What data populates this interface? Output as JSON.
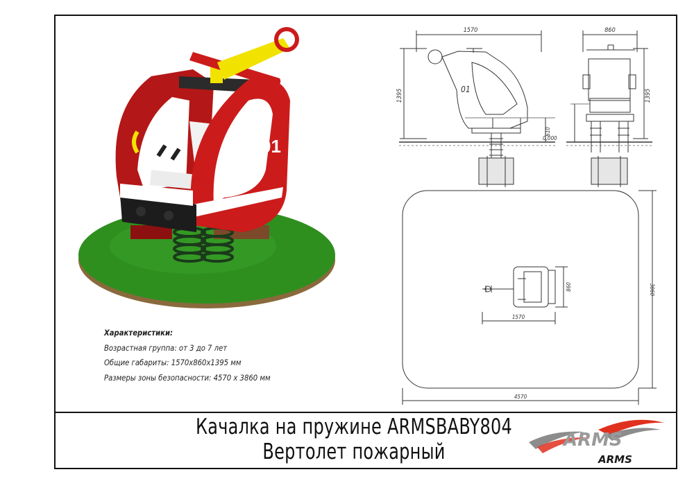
{
  "specs": {
    "heading": "Характеристики:",
    "age_group": "Возрастная группа: от 3 до 7 лет",
    "dimensions": "Общие габариты: 1570х860х1395 мм",
    "safety_zone": "Размеры зоны безопасности: 4570 х 3860 мм"
  },
  "model": {
    "number_decal": "01"
  },
  "side_view": {
    "width_label": "1570",
    "height_label": "1395",
    "seat_height_label": "610",
    "ground_level_label": "0,000",
    "number_decal": "01"
  },
  "front_view": {
    "width_label": "860",
    "height_label": "1395"
  },
  "plan_view": {
    "zone_width_label": "4570",
    "zone_depth_label": "3860",
    "item_length_label": "1570",
    "item_width_label": "860"
  },
  "title": {
    "line1": "Качалка на пружине ARMSBABY804",
    "line2": "Вертолет пожарный"
  },
  "logo": {
    "brand_large": "ARMS",
    "brand_small": "ARMS"
  },
  "colors": {
    "body_red": "#cc1b1b",
    "rotor_yellow": "#f2e200",
    "ground_green": "#2e8f1f",
    "logo_gray": "#8c8c8c",
    "logo_red": "#e0301e"
  }
}
